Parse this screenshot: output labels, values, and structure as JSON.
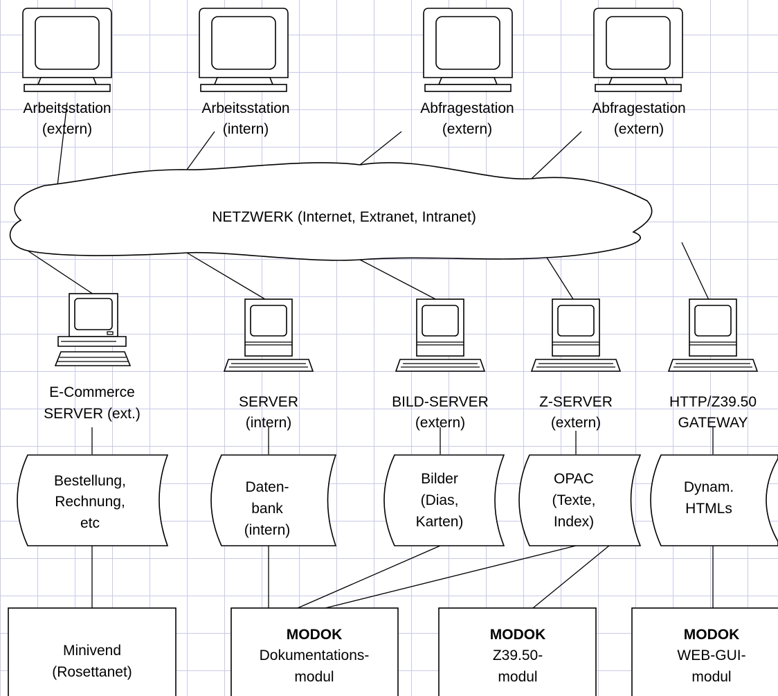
{
  "network_label": "NETZWERK (Internet, Extranet, Intranet)",
  "workstations": [
    {
      "line1": "Arbeitsstation",
      "line2": "(extern)"
    },
    {
      "line1": "Arbeitsstation",
      "line2": "(intern)"
    },
    {
      "line1": "Abfragestation",
      "line2": "(extern)"
    },
    {
      "line1": "Abfragestation",
      "line2": "(extern)"
    }
  ],
  "servers": [
    {
      "line1": "E-Commerce",
      "line2": "SERVER (ext.)"
    },
    {
      "line1": "SERVER",
      "line2": "(intern)"
    },
    {
      "line1": "BILD-SERVER",
      "line2": "(extern)"
    },
    {
      "line1": "Z-SERVER",
      "line2": "(extern)"
    },
    {
      "line1": "HTTP/Z39.50",
      "line2": "GATEWAY"
    }
  ],
  "storages": [
    {
      "lines": [
        "Bestellung,",
        "Rechnung,",
        "etc"
      ]
    },
    {
      "lines": [
        "Daten-",
        "bank",
        "(intern)"
      ]
    },
    {
      "lines": [
        "Bilder",
        "(Dias,",
        "Karten)"
      ]
    },
    {
      "lines": [
        "OPAC",
        "(Texte,",
        "Index)"
      ]
    },
    {
      "lines": [
        "Dynam.",
        "HTMLs"
      ]
    }
  ],
  "modules": [
    {
      "title": "",
      "lines": [
        "Minivend",
        "(Rosettanet)"
      ]
    },
    {
      "title": "MODOK",
      "lines": [
        "Dokumentations-",
        "modul"
      ]
    },
    {
      "title": "MODOK",
      "lines": [
        "Z39.50-",
        "modul"
      ]
    },
    {
      "title": "MODOK",
      "lines": [
        "WEB-GUI-",
        "modul"
      ]
    }
  ]
}
